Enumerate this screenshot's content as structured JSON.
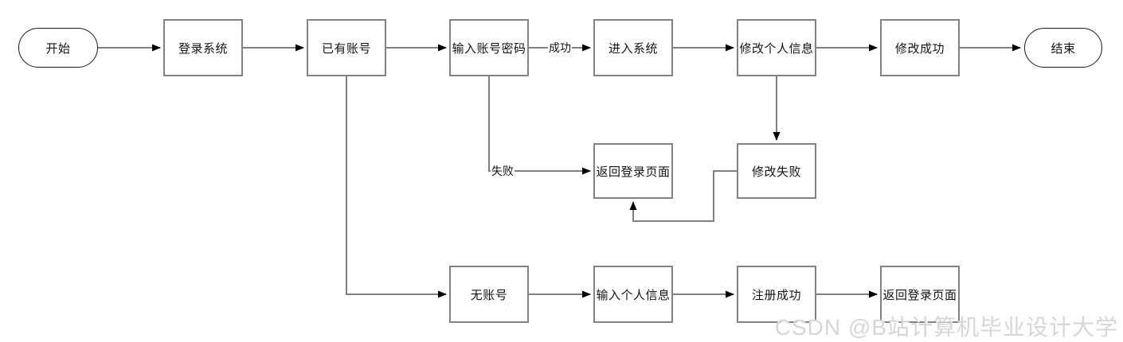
{
  "diagram": {
    "nodes": {
      "start": {
        "label": "开始",
        "shape": "terminator"
      },
      "login_system": {
        "label": "登录系统",
        "shape": "process"
      },
      "has_account": {
        "label": "已有账号",
        "shape": "process"
      },
      "enter_credentials": {
        "label": "输入账号密码",
        "shape": "process"
      },
      "enter_system": {
        "label": "进入系统",
        "shape": "process"
      },
      "edit_profile": {
        "label": "修改个人信息",
        "shape": "process"
      },
      "edit_success": {
        "label": "修改成功",
        "shape": "process"
      },
      "end": {
        "label": "结束",
        "shape": "terminator"
      },
      "return_login_mid": {
        "label": "返回登录页面",
        "shape": "process"
      },
      "edit_fail": {
        "label": "修改失败",
        "shape": "process"
      },
      "no_account": {
        "label": "无账号",
        "shape": "process"
      },
      "enter_personal_info": {
        "label": "输入个人信息",
        "shape": "process"
      },
      "register_success": {
        "label": "注册成功",
        "shape": "process"
      },
      "return_login_bottom": {
        "label": "返回登录页面",
        "shape": "process"
      }
    },
    "edge_labels": {
      "success": "成功",
      "fail": "失败"
    },
    "colors": {
      "node_border": "#838383",
      "terminator_border": "#1a1a1a",
      "edge_line": "#808080",
      "arrowhead": "#000000",
      "text": "#141414",
      "watermark": "#d7d7d7"
    }
  },
  "watermark": {
    "text": "CSDN @B站计算机毕业设计大学"
  }
}
